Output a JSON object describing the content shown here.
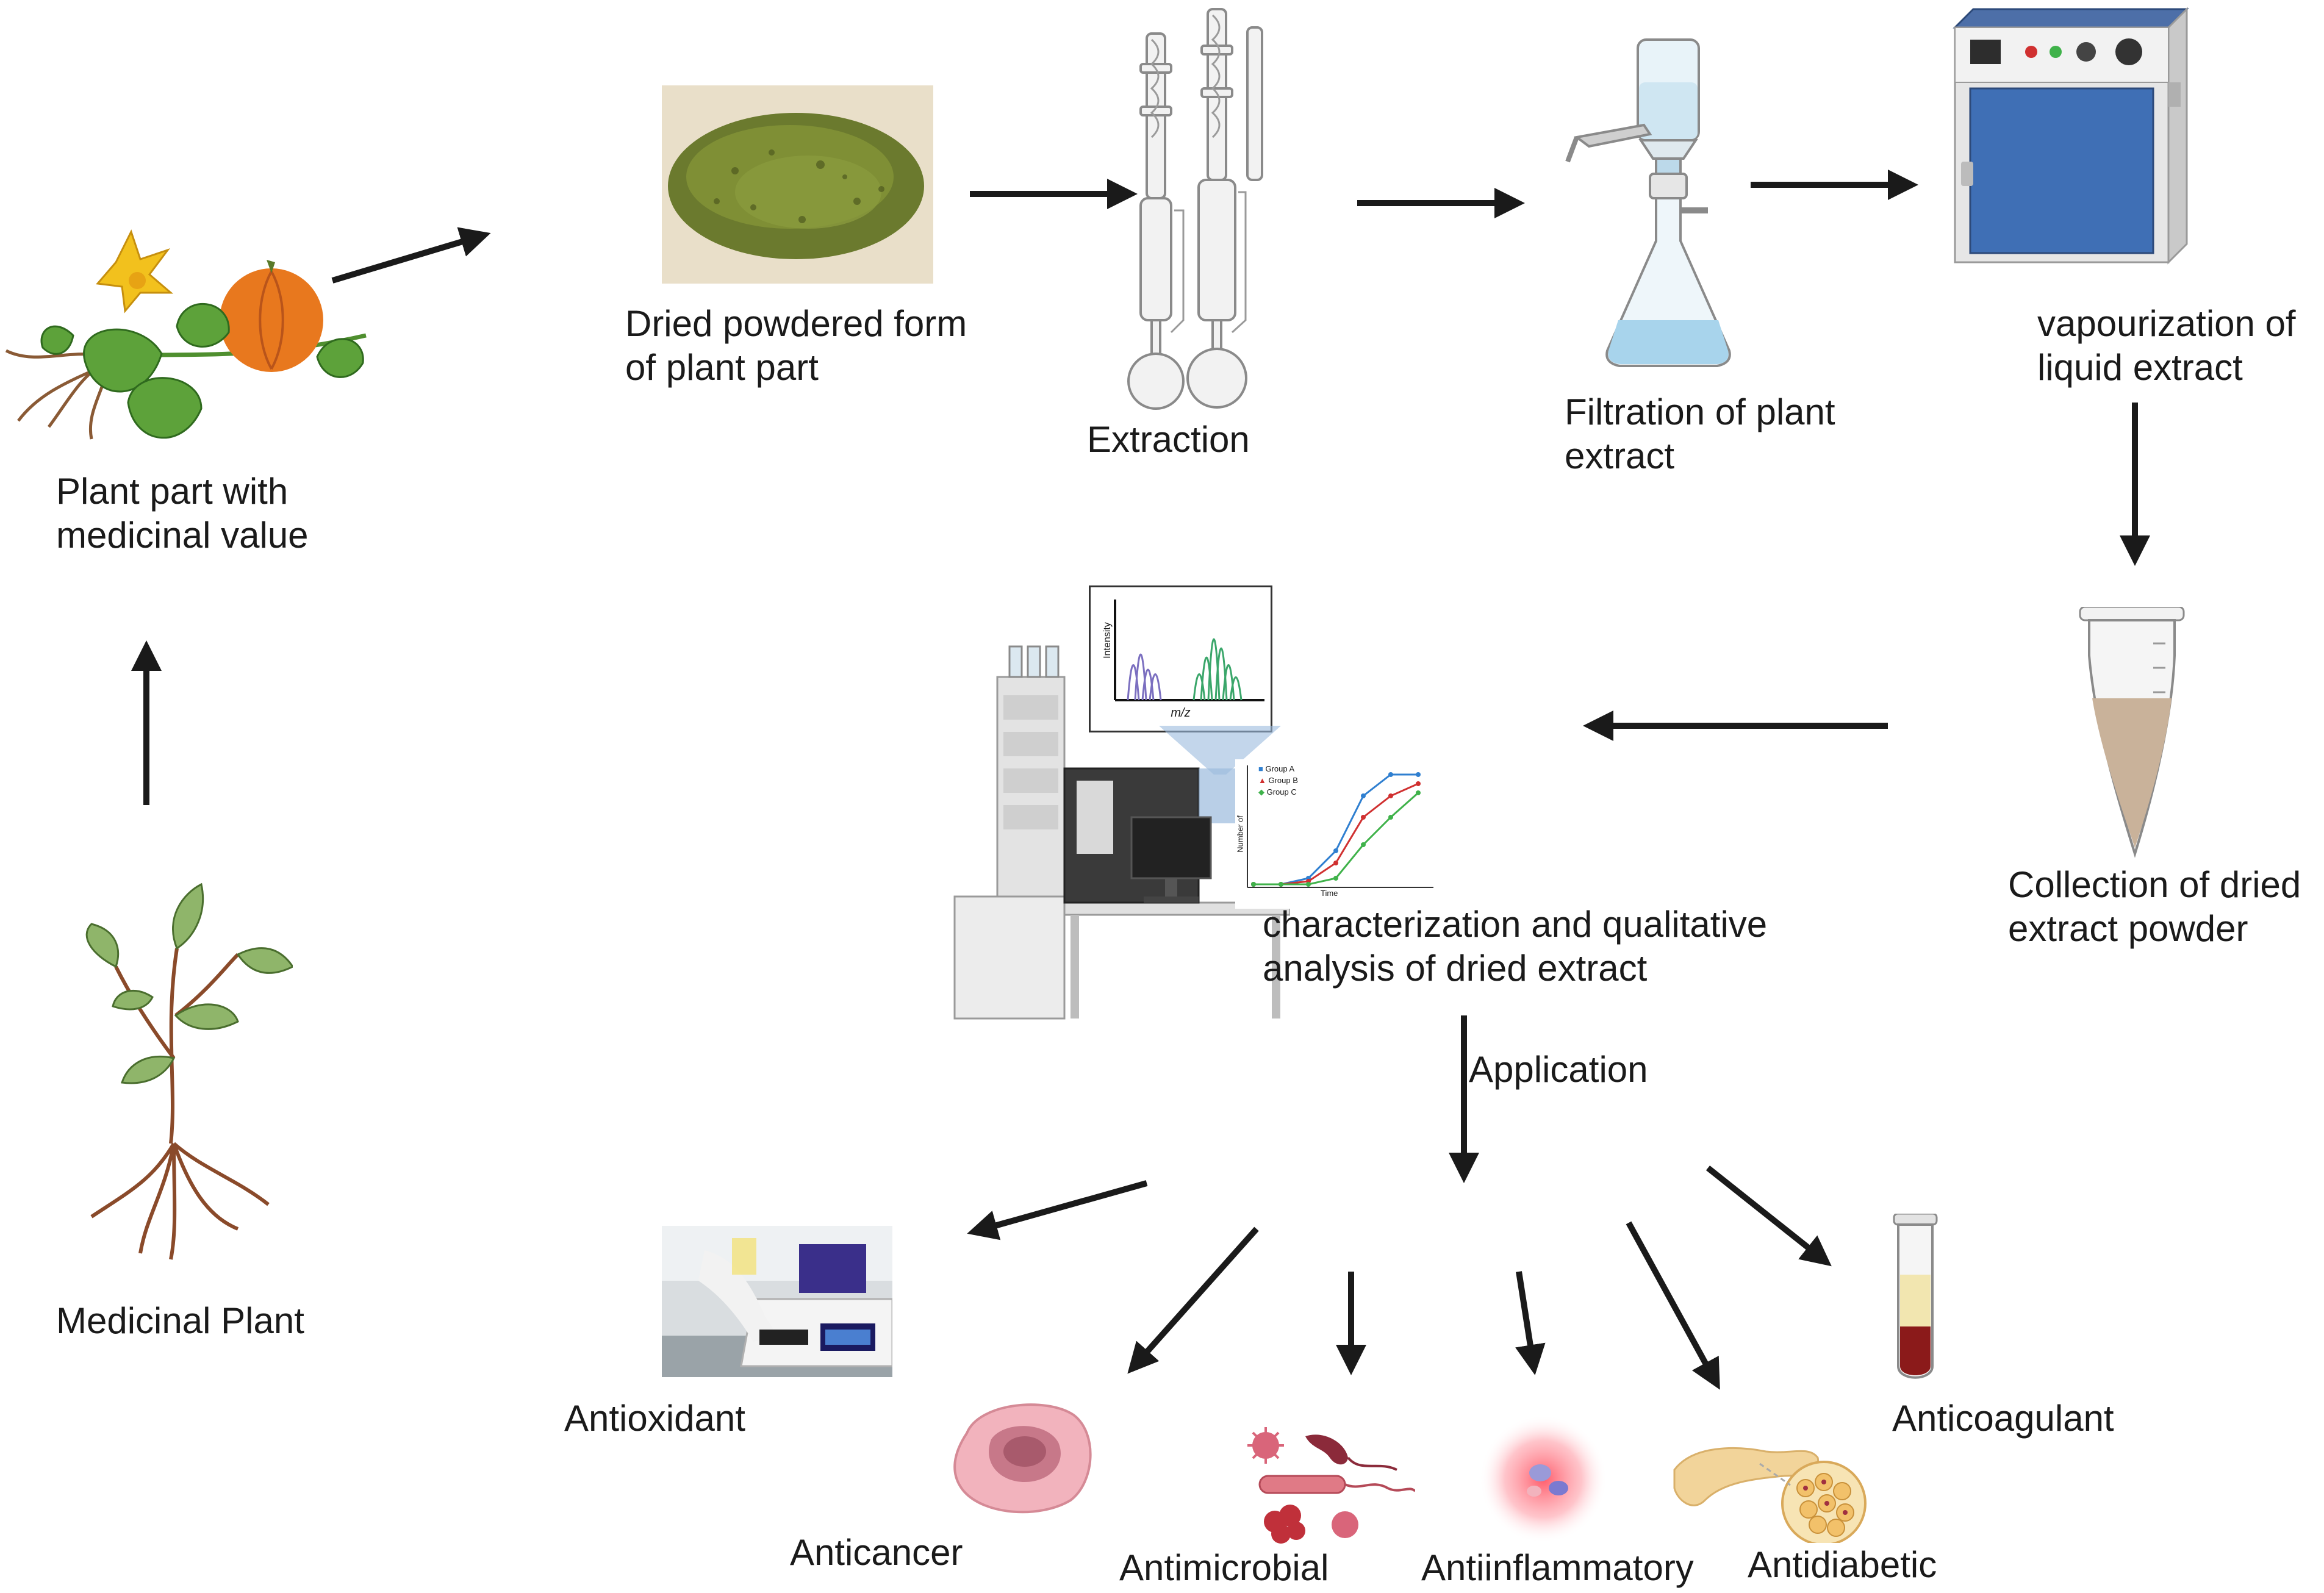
{
  "labels": {
    "plant_part": [
      "Plant part with",
      "medicinal value"
    ],
    "medicinal_plant": "Medicinal Plant",
    "dried_powder": [
      "Dried powdered form",
      "of plant part"
    ],
    "extraction": "Extraction",
    "filtration": [
      "Filtration of plant",
      "extract"
    ],
    "vaporization": [
      "vapourization of",
      "liquid extract"
    ],
    "collection": [
      "Collection of dried",
      "extract powder"
    ],
    "characterization": [
      "characterization and qualitative",
      "analysis of dried extract"
    ],
    "application": "Application",
    "antioxidant": "Antioxidant",
    "anticancer": "Anticancer",
    "antimicrobial": "Antimicrobial",
    "antiinflammatory": "Antiinflammatory",
    "antidiabetic": "Antidiabetic",
    "anticoagulant": "Anticoagulant"
  },
  "ms_chart": {
    "ylabel": "Intensity",
    "xlabel": "m/z"
  },
  "growth_chart": {
    "legend": [
      "Group A",
      "Group B",
      "Group C"
    ],
    "xlabel": "Time",
    "ylabel": "Number of"
  },
  "colors": {
    "arrow": "#1a1a1a",
    "leaf": "#4f8f2f",
    "pumpkin": "#e8781e",
    "flower": "#f2c11d",
    "oven_blue": "#3f6fb5",
    "glass": "#cfe6f2",
    "liquid": "#a8d4ec",
    "powder": "#6b7a2e",
    "tube_fill": "#c9b29a",
    "blood": "#8b1a1a",
    "plasma": "#f2e6b0",
    "series_a": "#2f7fd0",
    "series_b": "#d03030",
    "series_c": "#3fb24a",
    "peak_purple": "#7b6fc0",
    "peak_green": "#3aa66a"
  }
}
